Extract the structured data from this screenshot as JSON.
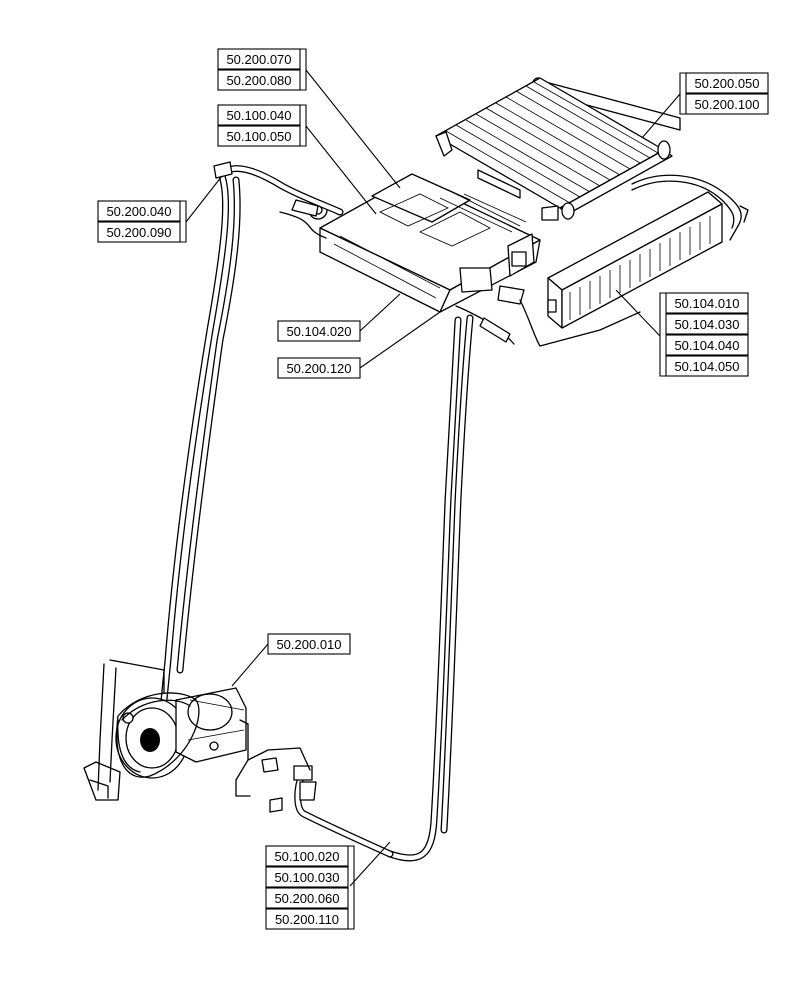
{
  "callouts": [
    {
      "name": "evaporator-group",
      "labels": [
        "50.200.070",
        "50.200.080"
      ]
    },
    {
      "name": "condenser-group",
      "labels": [
        "50.200.050",
        "50.200.100"
      ]
    },
    {
      "name": "heater-box-group",
      "labels": [
        "50.100.040",
        "50.100.050"
      ]
    },
    {
      "name": "suction-hose-group",
      "labels": [
        "50.200.040",
        "50.200.090"
      ]
    },
    {
      "name": "heater-core-group",
      "labels": [
        "50.104.010",
        "50.104.030",
        "50.104.040",
        "50.104.050"
      ]
    },
    {
      "name": "housing-group",
      "labels": [
        "50.104.020"
      ]
    },
    {
      "name": "valve-group",
      "labels": [
        "50.200.120"
      ]
    },
    {
      "name": "compressor-group",
      "labels": [
        "50.200.010"
      ]
    },
    {
      "name": "hose-line-group",
      "labels": [
        "50.100.020",
        "50.100.030",
        "50.200.060",
        "50.200.110"
      ]
    }
  ]
}
